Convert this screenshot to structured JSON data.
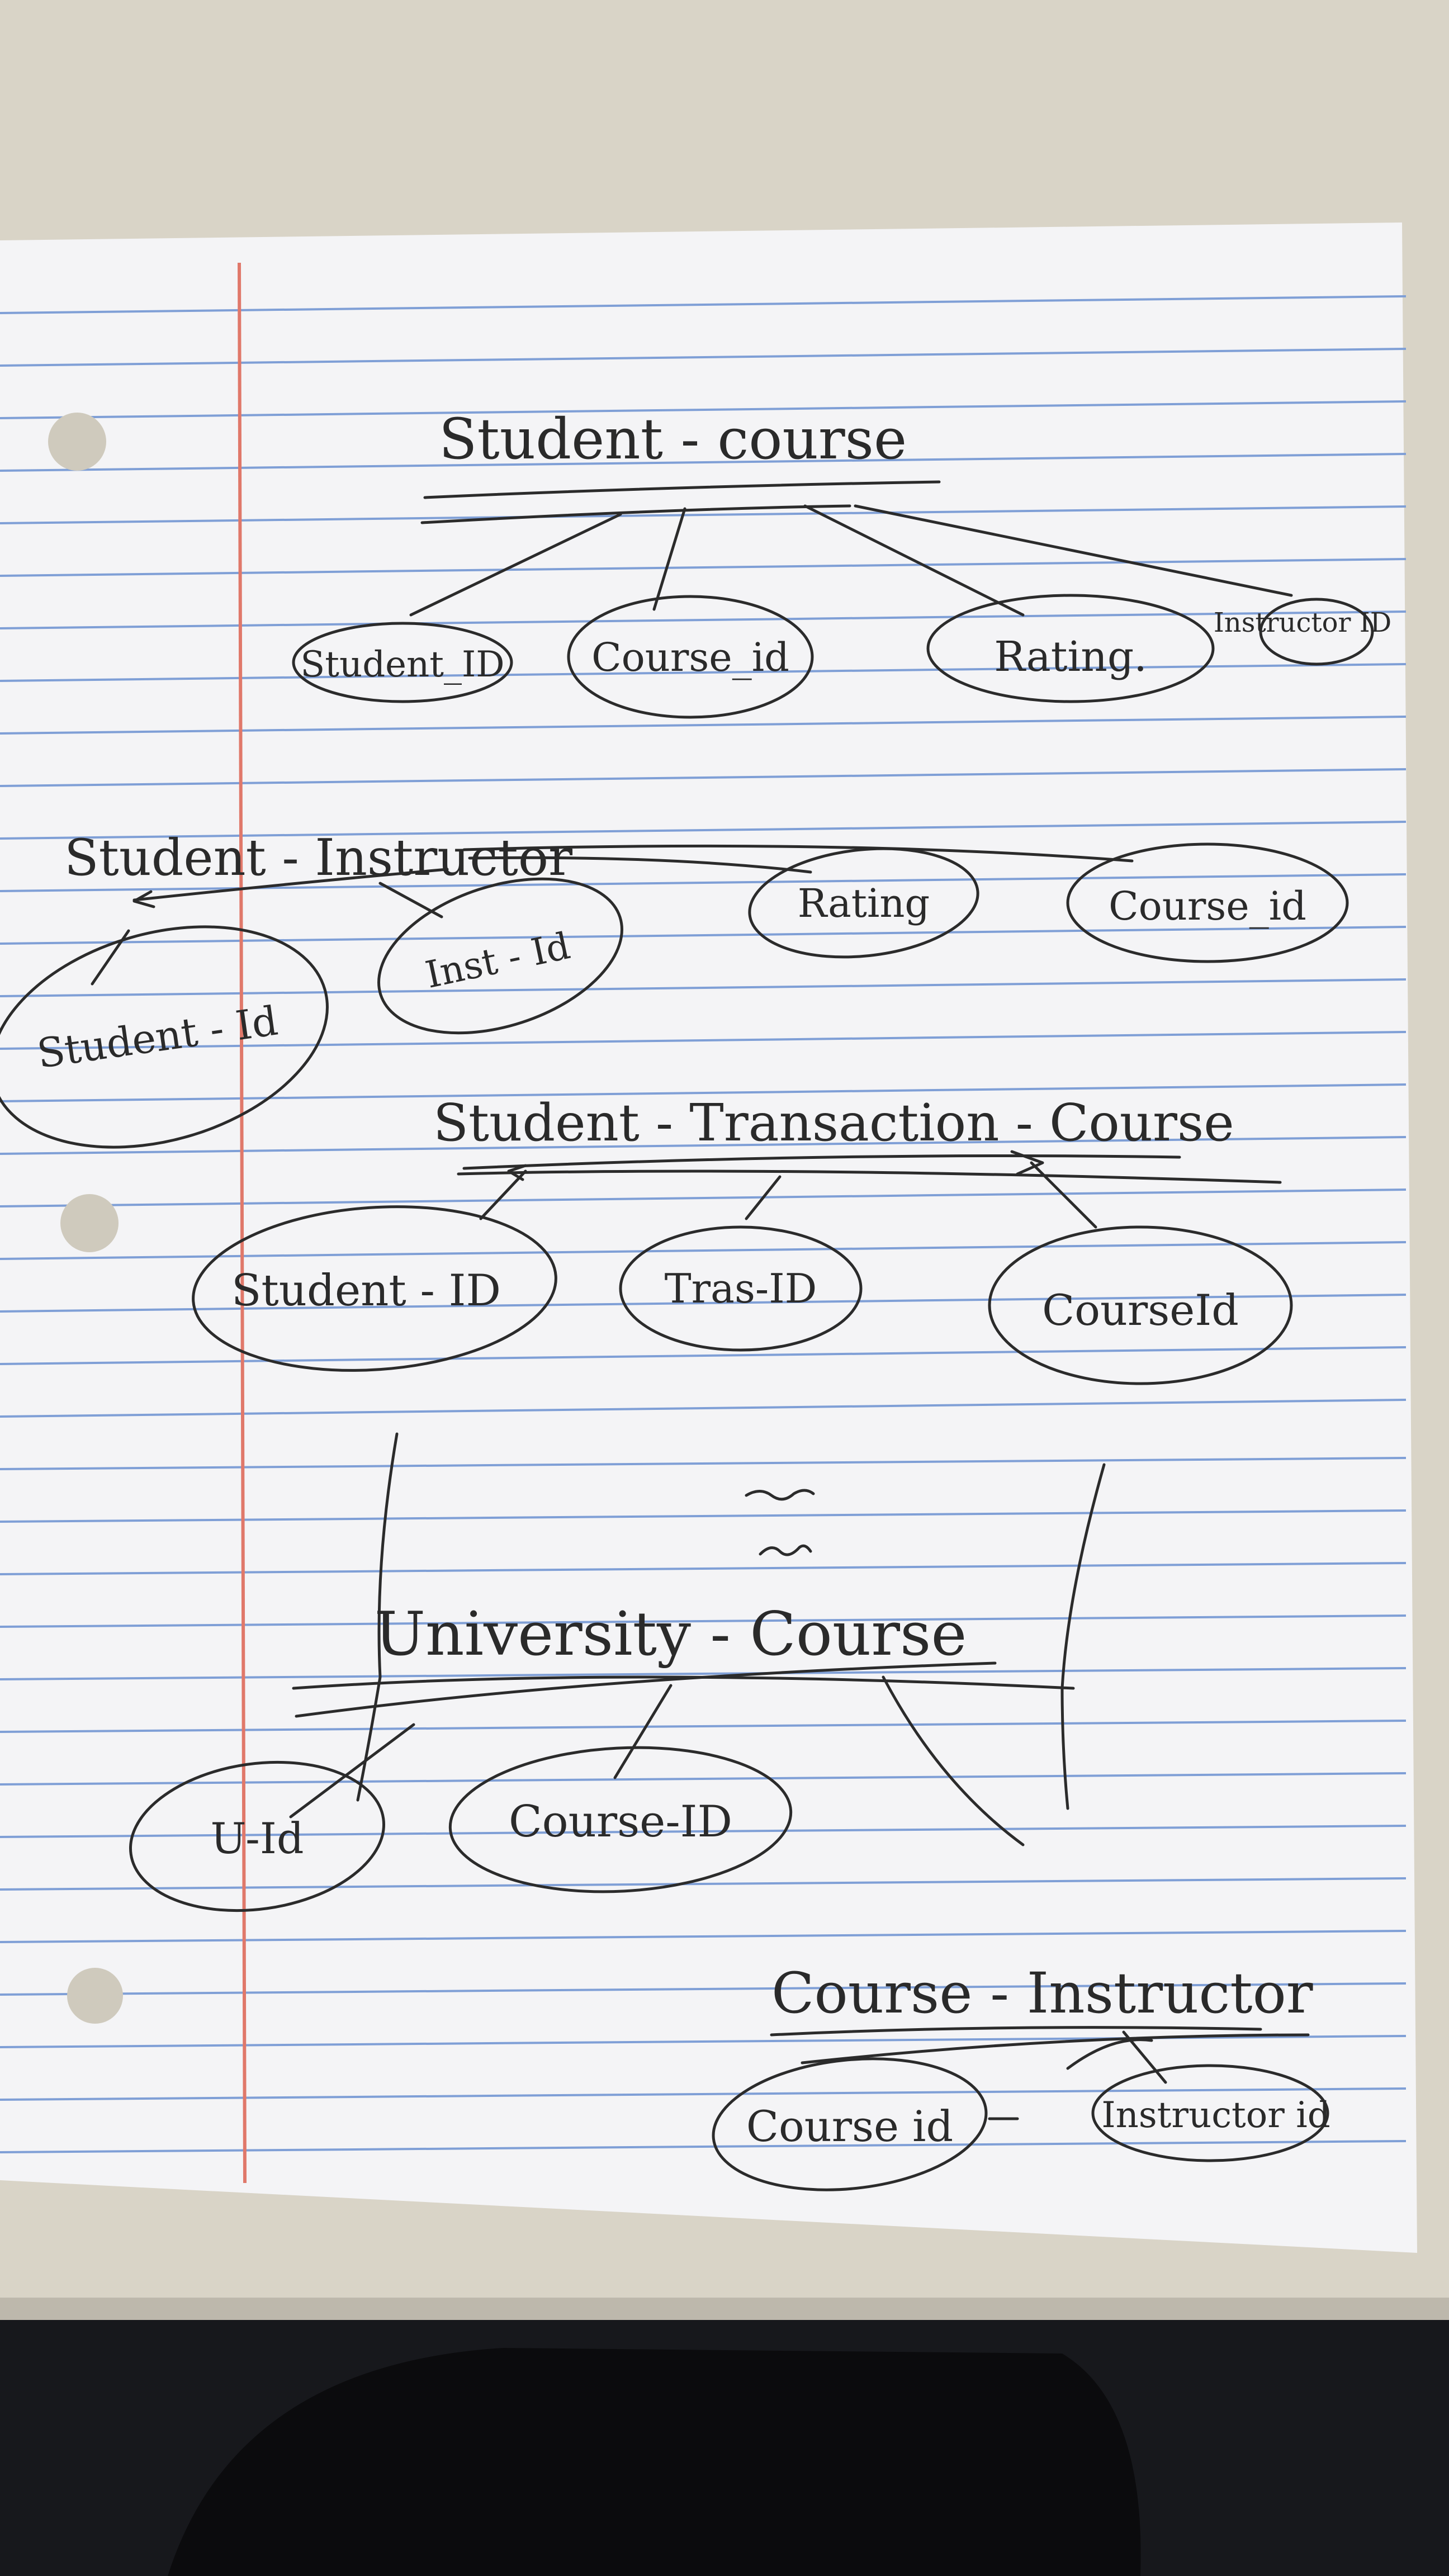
{
  "photo": {
    "desk_color": "#d9d4c7",
    "paper_color": "#f4f4f6",
    "rule_color": "#7f9fd6",
    "margin_color": "#e0786a",
    "floor_color": "#17181c"
  },
  "diagrams": [
    {
      "title": "Student - course",
      "attributes": [
        "Student_ID",
        "Course_id",
        "Rating.",
        "Instructor ID"
      ]
    },
    {
      "title": "Student - Instructor",
      "attributes": [
        "Student - Id",
        "Inst - Id",
        "Rating",
        "Course_id"
      ]
    },
    {
      "title": "Student - Transaction - Course",
      "attributes": [
        "Student - ID",
        "Tras-ID",
        "CourseId"
      ]
    },
    {
      "title": "University - Course",
      "attributes": [
        "U-Id",
        "Course-ID"
      ]
    },
    {
      "title": "Course - Instructor",
      "attributes": [
        "Course id",
        "Instructor id"
      ]
    }
  ]
}
